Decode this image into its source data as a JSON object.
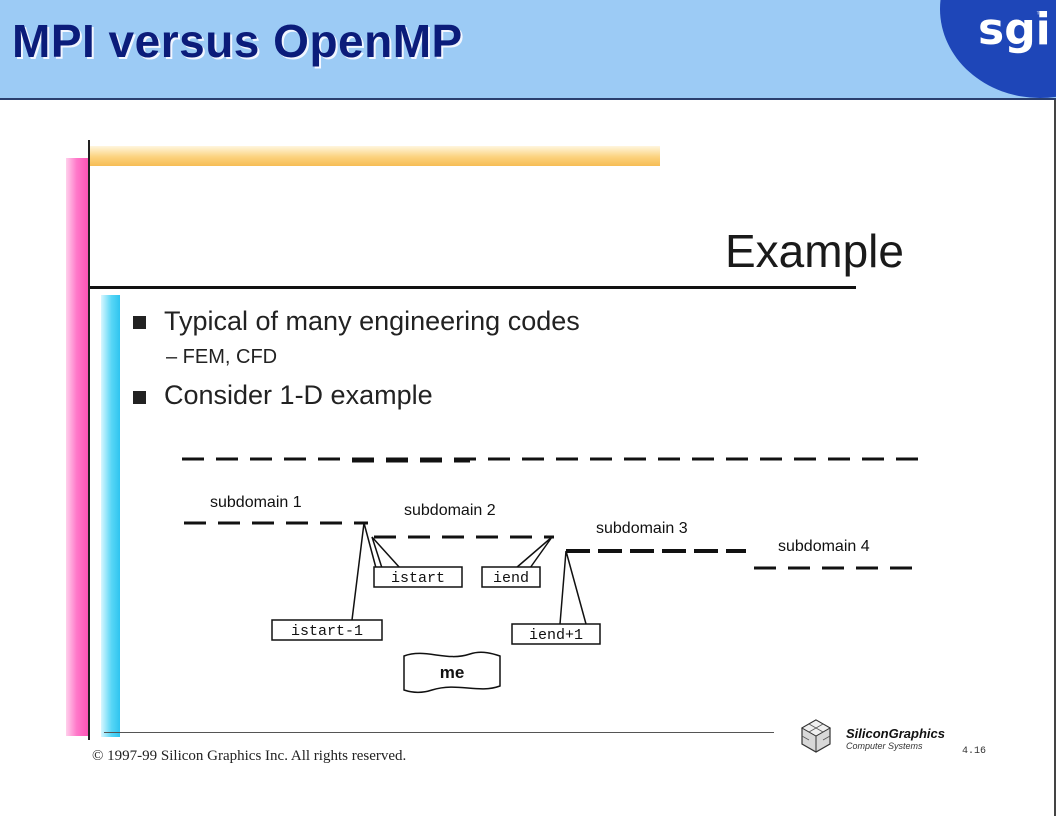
{
  "header": {
    "title": "MPI versus OpenMP",
    "logo_text": "sgi",
    "logo_tm": "™"
  },
  "slide": {
    "title": "Example",
    "bullets": [
      {
        "text": "Typical of many engineering codes",
        "sub": "– FEM, CFD"
      },
      {
        "text": "Consider 1-D example"
      }
    ],
    "diagram": {
      "subdomains": [
        "subdomain 1",
        "subdomain 2",
        "subdomain 3",
        "subdomain 4"
      ],
      "boxes": [
        "istart",
        "iend",
        "istart-1",
        "iend+1"
      ],
      "flag_label": "me"
    },
    "footer": {
      "copyright": "© 1997-99 Silicon Graphics Inc. All rights reserved.",
      "company": "SiliconGraphics",
      "company_sub": "Computer Systems",
      "page": "4.16"
    }
  },
  "colors": {
    "header_bg": "#9ccbf5",
    "title_color": "#0b1c7a",
    "logo_bg": "#1e46b8",
    "pink_bar": "#ff4db3",
    "cyan_bar": "#2fc4ef",
    "orange_bar": "#f6bd55"
  },
  "icons": [
    "silicon-graphics-cube-logo-icon",
    "bullet-square-icon"
  ]
}
